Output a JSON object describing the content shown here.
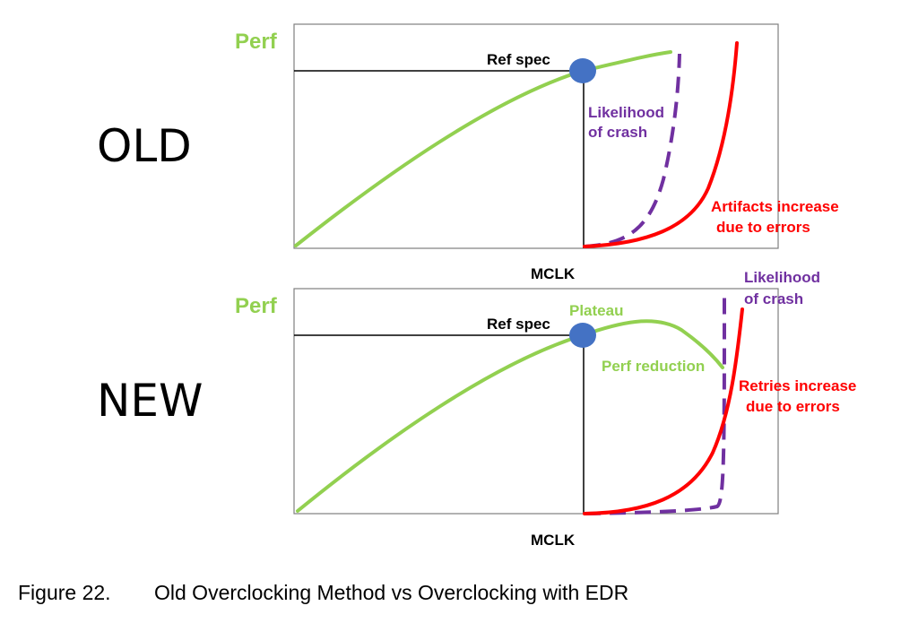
{
  "colors": {
    "perf": "#92d050",
    "crash": "#7030a0",
    "errors": "#ff0000",
    "marker": "#4472c4",
    "frame": "#7f7f7f"
  },
  "old": {
    "label": "OLD",
    "perf": "Perf",
    "ref_spec": "Ref spec",
    "crash_line1": "Likelihood",
    "crash_line2": "of crash",
    "errors_line1": "Artifacts increase",
    "errors_line2": "due to errors",
    "xlabel": "MCLK"
  },
  "new": {
    "label": "NEW",
    "perf": "Perf",
    "ref_spec": "Ref spec",
    "plateau": "Plateau",
    "perf_reduction": "Perf reduction",
    "crash_line1": "Likelihood",
    "crash_line2": "of crash",
    "errors_line1": "Retries increase",
    "errors_line2": "due to errors",
    "xlabel": "MCLK"
  },
  "caption": {
    "number": "Figure 22.",
    "text": "Old Overclocking Method vs Overclocking with EDR"
  }
}
